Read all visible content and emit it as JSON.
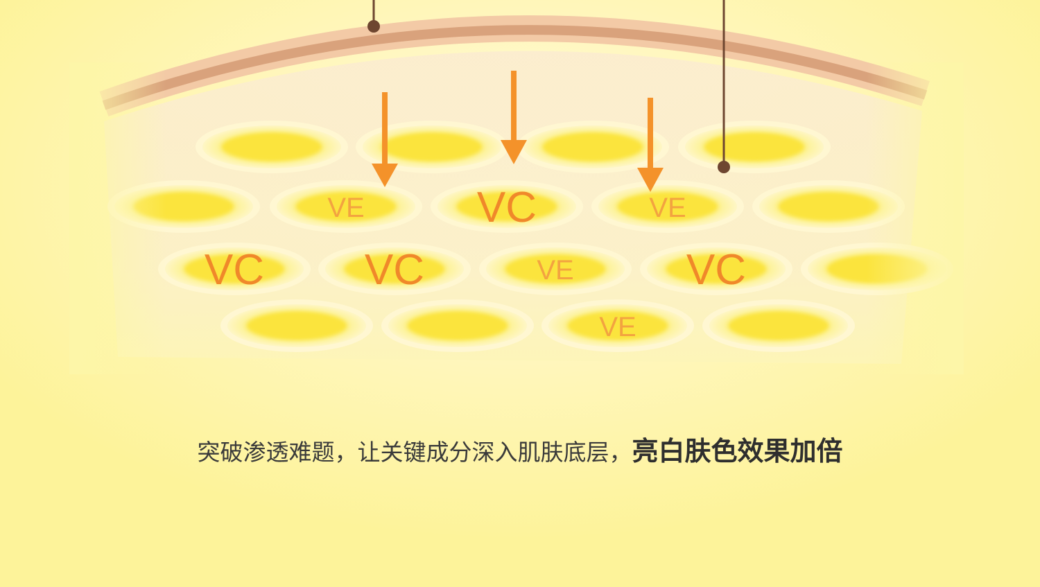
{
  "cells": [
    {
      "row": 2,
      "col": 1,
      "label": "VE",
      "large": false
    },
    {
      "row": 2,
      "col": 2,
      "label": "VC",
      "large": true
    },
    {
      "row": 2,
      "col": 3,
      "label": "VE",
      "large": false
    },
    {
      "row": 3,
      "col": 0,
      "label": "VC",
      "large": true
    },
    {
      "row": 3,
      "col": 1,
      "label": "VC",
      "large": true
    },
    {
      "row": 3,
      "col": 2,
      "label": "VE",
      "large": false
    },
    {
      "row": 3,
      "col": 3,
      "label": "VC",
      "large": true
    },
    {
      "row": 4,
      "col": 2,
      "label": "VE",
      "large": false
    }
  ],
  "caption": {
    "lead": "突破渗透难题，让关键成分深入肌肤底层，",
    "emphasis": "亮白肤色效果加倍"
  },
  "colors": {
    "background": "#fdf8a6",
    "skin_outer": "#f3c9a5",
    "skin_core": "#d9a17c",
    "cell_fill": "#fbe84a",
    "label": "#f39a2c",
    "arrow": "#f4922a",
    "pointer": "#6e4630"
  }
}
